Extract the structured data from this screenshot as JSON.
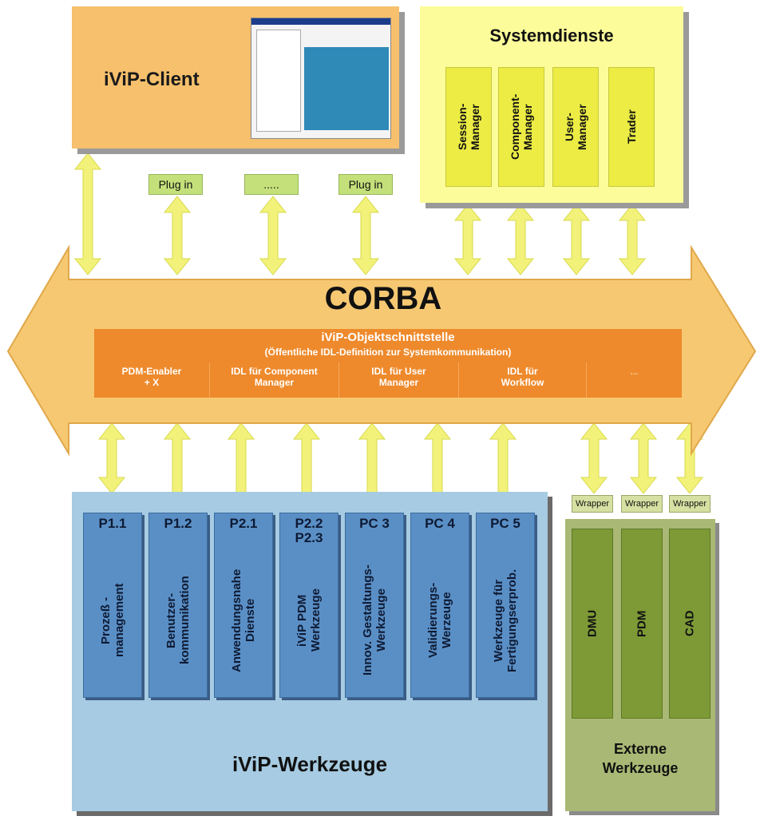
{
  "client": {
    "title": "iViP-Client",
    "plugins": [
      "Plug in",
      ".....",
      "Plug in"
    ]
  },
  "systemdienste": {
    "title": "Systemdienste",
    "items": [
      "Session-\nManager",
      "Component-\nManager",
      "User-\nManager",
      "Trader"
    ]
  },
  "corba": {
    "title": "CORBA",
    "interface_title": "iViP-Objektschnittstelle",
    "interface_subtitle": "(Öffentliche IDL-Definition zur Systemkommunikation)",
    "cells": [
      "PDM-Enabler\n+ X",
      "IDL für Component\nManager",
      "IDL für User\nManager",
      "IDL für\nWorkflow",
      "..."
    ]
  },
  "werkzeuge": {
    "title": "iViP-Werkzeuge",
    "columns": [
      {
        "code": "P1.1",
        "label": "Prozeß -\nmanagement"
      },
      {
        "code": "P1.2",
        "label": "Benutzer-\nkommunikation"
      },
      {
        "code": "P2.1",
        "label": "Anwendungsnahe\nDienste"
      },
      {
        "code": "P2.2\nP2.3",
        "label": "iViP PDM\nWerkzeuge"
      },
      {
        "code": "PC 3",
        "label": "Innov. Gestaltungs-\nWerkzeuge"
      },
      {
        "code": "PC 4",
        "label": "Validierungs-\nWerzeuge"
      },
      {
        "code": "PC 5",
        "label": "Werkzeuge für\nFertigungserprob."
      }
    ]
  },
  "externe": {
    "title": "Externe\nWerkzeuge",
    "wrappers": [
      "Wrapper",
      "Wrapper",
      "Wrapper"
    ],
    "items": [
      "DMU",
      "PDM",
      "CAD"
    ]
  },
  "colors": {
    "client": "#f6c06c",
    "system": "#fcfc9a",
    "corba": "#f6c872",
    "idl": "#ee8a2c",
    "tools": "#a6cbe2",
    "extern": "#a9b874",
    "arrow": "#f2f27a"
  }
}
